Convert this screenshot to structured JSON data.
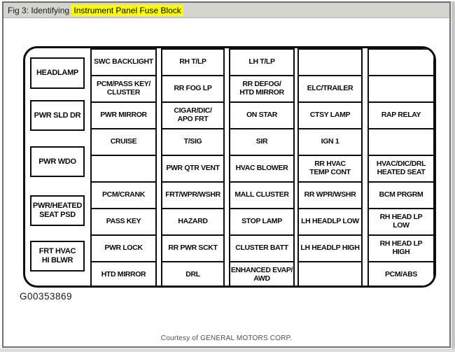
{
  "header": {
    "caption_prefix": "Fig 3: Identifying ",
    "caption_highlight": "Instrument Panel Fuse Block",
    "highlight_color": "#ffff00",
    "bar_color": "#d6d4cf"
  },
  "figure_id": "G00353869",
  "footer": {
    "credit": "Courtesy of GENERAL MOTORS CORP."
  },
  "fuse_block": {
    "border_color": "#0d0d0d",
    "left_labels": [
      "HEADLAMP",
      "PWR SLD DR",
      "PWR WDO",
      "PWR/HEATED\nSEAT PSD",
      "FRT HVAC\nHI BLWR"
    ],
    "columns": [
      [
        "SWC BACKLIGHT",
        "PCM/PASS KEY/\nCLUSTER",
        "PWR MIRROR",
        "CRUISE",
        "",
        "PCM/CRANK",
        "PASS KEY",
        "PWR LOCK",
        "HTD MIRROR"
      ],
      [
        "RH T/LP",
        "RR FOG LP",
        "CIGAR/DIC/\nAPO FRT",
        "T/SIG",
        "PWR QTR VENT",
        "FRT/WPR/WSHR",
        "HAZARD",
        "RR PWR SCKT",
        "DRL"
      ],
      [
        "LH T/LP",
        "RR DEFOG/\nHTD MIRROR",
        "ON STAR",
        "SIR",
        "HVAC BLOWER",
        "MALL CLUSTER",
        "STOP LAMP",
        "CLUSTER BATT",
        "ENHANCED EVAP/\nAWD"
      ],
      [
        "",
        "ELC/TRAILER",
        "CTSY LAMP",
        "IGN 1",
        "RR HVAC\nTEMP CONT",
        "RR WPR/WSHR",
        "LH HEADLP LOW",
        "LH HEADLP HIGH",
        ""
      ],
      [
        "",
        "",
        "RAP RELAY",
        "",
        "HVAC/DIC/DRL\nHEATED SEAT",
        "BCM PRGRM",
        "RH HEAD LP\nLOW",
        "RH HEAD LP\nHIGH",
        "PCM/ABS"
      ]
    ]
  }
}
